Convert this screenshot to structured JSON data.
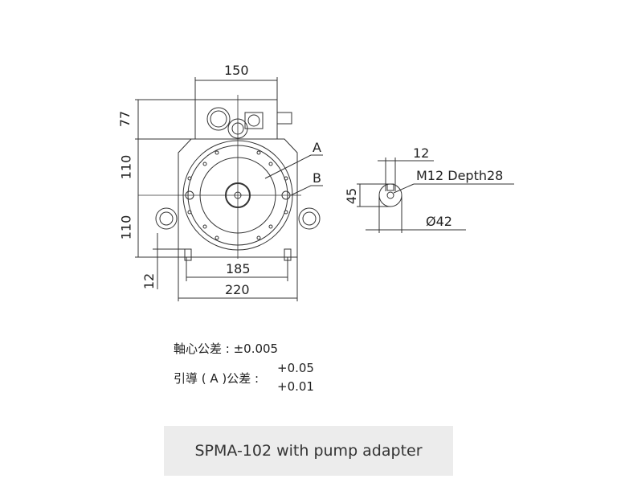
{
  "drawing": {
    "dimensions": {
      "top_width": "150",
      "height_top": "77",
      "height_mid": "110",
      "height_low": "110",
      "foot": "12",
      "bolt_span": "185",
      "base_width": "220",
      "key_width": "12",
      "shaft_height": "45",
      "shaft_dia": "Ø42",
      "thread": "M12 Depth28"
    },
    "labels": {
      "a": "A",
      "b": "B"
    }
  },
  "notes": {
    "axis_tolerance": "軸心公差 : ±0.005",
    "guide_label": "引導 ( A )公差 :",
    "guide_upper": "+0.05",
    "guide_lower": "+0.01"
  },
  "caption": "SPMA-102 with pump adapter"
}
